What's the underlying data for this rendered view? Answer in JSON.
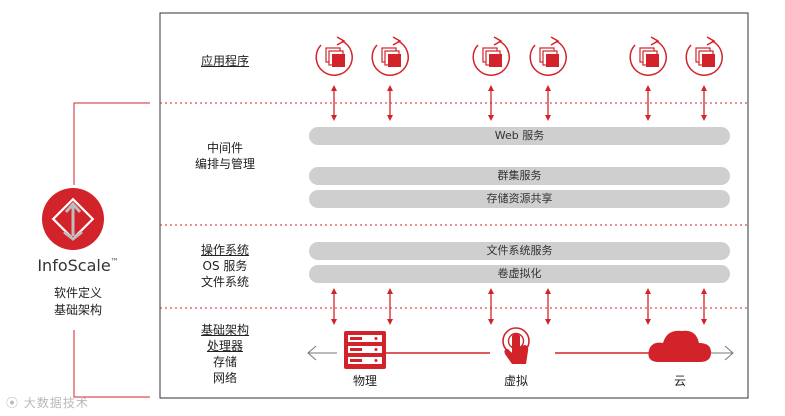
{
  "rows": {
    "applications": "应用程序",
    "middleware_line1": "中间件",
    "middleware_line2": "编排与管理",
    "os_line1": "操作系统",
    "os_line2": "OS 服务",
    "os_line3": "文件系统",
    "infra_line1": "基础架构",
    "infra_line2": "处理器",
    "infra_line3": "存储",
    "infra_line4": "网络"
  },
  "bars": {
    "web": "Web 服务",
    "cluster": "群集服务",
    "storage_share": "存储资源共享",
    "filesystem": "文件系统服务",
    "volume": "卷虚拟化"
  },
  "infra_items": {
    "physical": "物理",
    "virtual": "虚拟",
    "cloud": "云"
  },
  "brand": {
    "name": "InfoScale",
    "tm": "™",
    "sub_line1": "软件定义",
    "sub_line2": "基础架构"
  },
  "watermark": "大数据技术",
  "colors": {
    "accent": "#d3232a",
    "bar": "#cfcfcf",
    "frame": "#333333"
  }
}
